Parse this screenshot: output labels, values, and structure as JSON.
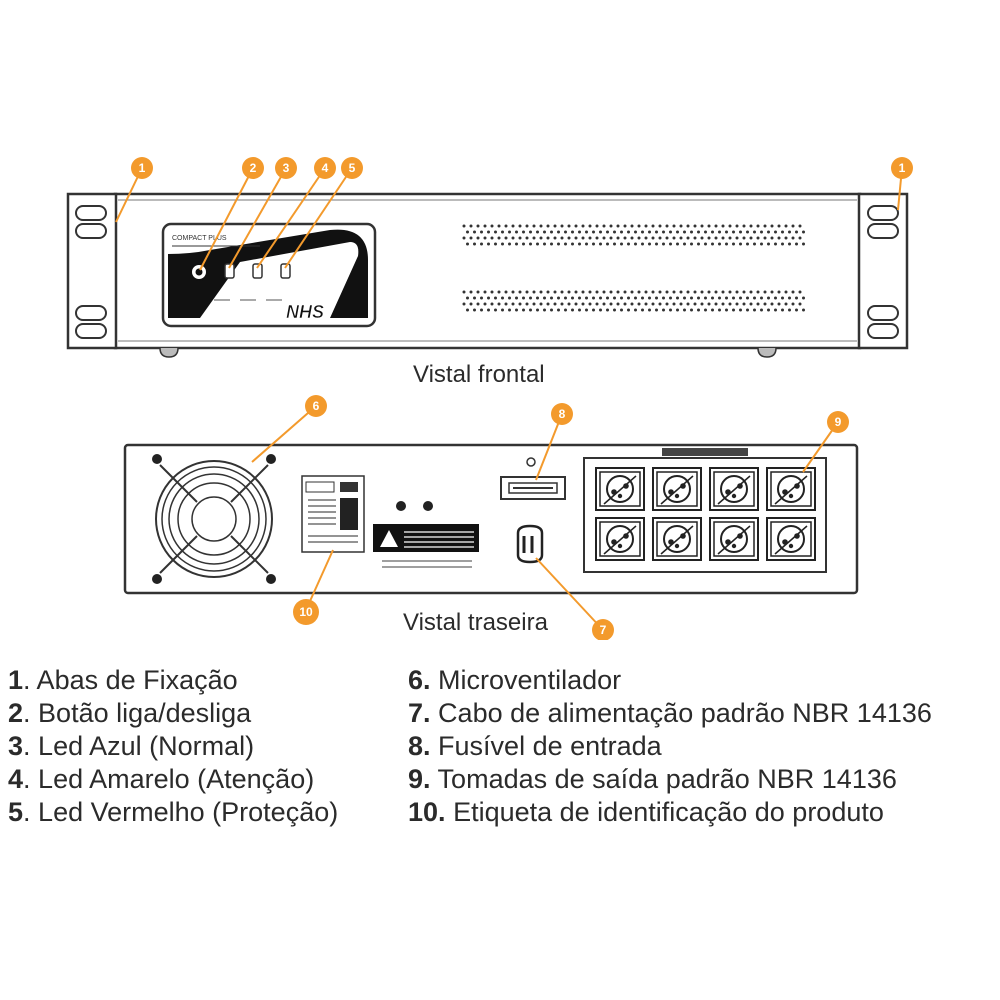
{
  "views": {
    "front_caption": "Vistal frontal",
    "rear_caption": "Vistal traseira"
  },
  "panel": {
    "brand": "NHS",
    "model_small": "COMPACT PLUS"
  },
  "callout_color": "#f39a2c",
  "callouts": [
    "1",
    "1",
    "2",
    "3",
    "4",
    "5",
    "6",
    "7",
    "8",
    "9",
    "10"
  ],
  "legend": {
    "left": [
      {
        "num": "1",
        "sep": ".",
        "text": " Abas de Fixação"
      },
      {
        "num": "2",
        "sep": ".",
        "text": " Botão liga/desliga"
      },
      {
        "num": "3",
        "sep": ".",
        "text": " Led Azul  (Normal)"
      },
      {
        "num": "4",
        "sep": ".",
        "text": " Led Amarelo (Atenção)"
      },
      {
        "num": "5",
        "sep": ".",
        "text": " Led Vermelho (Proteção)"
      }
    ],
    "right": [
      {
        "num": "6",
        "sep": ".",
        "text": " Microventilador"
      },
      {
        "num": "7",
        "sep": ".",
        "text": " Cabo de alimentação padrão NBR 14136"
      },
      {
        "num": "8",
        "sep": ".",
        "text": " Fusível de entrada"
      },
      {
        "num": "9",
        "sep": ".",
        "text": " Tomadas de saída padrão NBR 14136"
      },
      {
        "num": "10",
        "sep": ".",
        "text": " Etiqueta de identificação do produto"
      }
    ]
  }
}
